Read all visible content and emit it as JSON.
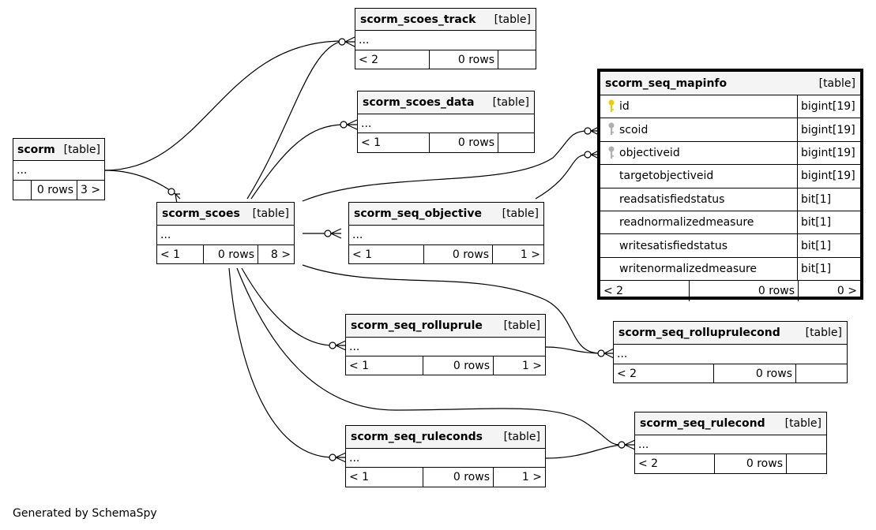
{
  "generated_by": "Generated by SchemaSpy",
  "tables": {
    "scorm_scoes_track": {
      "name": "scorm_scoes_track",
      "tag": "[table]",
      "body": "...",
      "parents": "< 2",
      "rows": "0 rows",
      "children": ""
    },
    "scorm_scoes_data": {
      "name": "scorm_scoes_data",
      "tag": "[table]",
      "body": "...",
      "parents": "< 1",
      "rows": "0 rows",
      "children": ""
    },
    "scorm": {
      "name": "scorm",
      "tag": "[table]",
      "body": "...",
      "parents": "",
      "rows": "0 rows",
      "children": "3 >"
    },
    "scorm_scoes": {
      "name": "scorm_scoes",
      "tag": "[table]",
      "body": "...",
      "parents": "< 1",
      "rows": "0 rows",
      "children": "8 >"
    },
    "scorm_seq_objective": {
      "name": "scorm_seq_objective",
      "tag": "[table]",
      "body": "...",
      "parents": "< 1",
      "rows": "0 rows",
      "children": "1 >"
    },
    "scorm_seq_rolluprule": {
      "name": "scorm_seq_rolluprule",
      "tag": "[table]",
      "body": "...",
      "parents": "< 1",
      "rows": "0 rows",
      "children": "1 >"
    },
    "scorm_seq_ruleconds": {
      "name": "scorm_seq_ruleconds",
      "tag": "[table]",
      "body": "...",
      "parents": "< 1",
      "rows": "0 rows",
      "children": "1 >"
    },
    "scorm_seq_rolluprulecond": {
      "name": "scorm_seq_rolluprulecond",
      "tag": "[table]",
      "body": "...",
      "parents": "< 2",
      "rows": "0 rows",
      "children": ""
    },
    "scorm_seq_rulecond": {
      "name": "scorm_seq_rulecond",
      "tag": "[table]",
      "body": "...",
      "parents": "< 2",
      "rows": "0 rows",
      "children": ""
    },
    "scorm_seq_mapinfo": {
      "name": "scorm_seq_mapinfo",
      "tag": "[table]",
      "columns": [
        {
          "name": "id",
          "type": "bigint[19]",
          "key": "primary"
        },
        {
          "name": "scoid",
          "type": "bigint[19]",
          "key": "foreign"
        },
        {
          "name": "objectiveid",
          "type": "bigint[19]",
          "key": "foreign"
        },
        {
          "name": "targetobjectiveid",
          "type": "bigint[19]",
          "key": ""
        },
        {
          "name": "readsatisfiedstatus",
          "type": "bit[1]",
          "key": ""
        },
        {
          "name": "readnormalizedmeasure",
          "type": "bit[1]",
          "key": ""
        },
        {
          "name": "writesatisfiedstatus",
          "type": "bit[1]",
          "key": ""
        },
        {
          "name": "writenormalizedmeasure",
          "type": "bit[1]",
          "key": ""
        }
      ],
      "parents": "< 2",
      "rows": "0 rows",
      "children": "0 >"
    }
  },
  "colors": {
    "header_bg": "#f4f4f4",
    "primary_key": "#e8d000",
    "foreign_key": "#b0b0b0",
    "line": "#000000"
  }
}
